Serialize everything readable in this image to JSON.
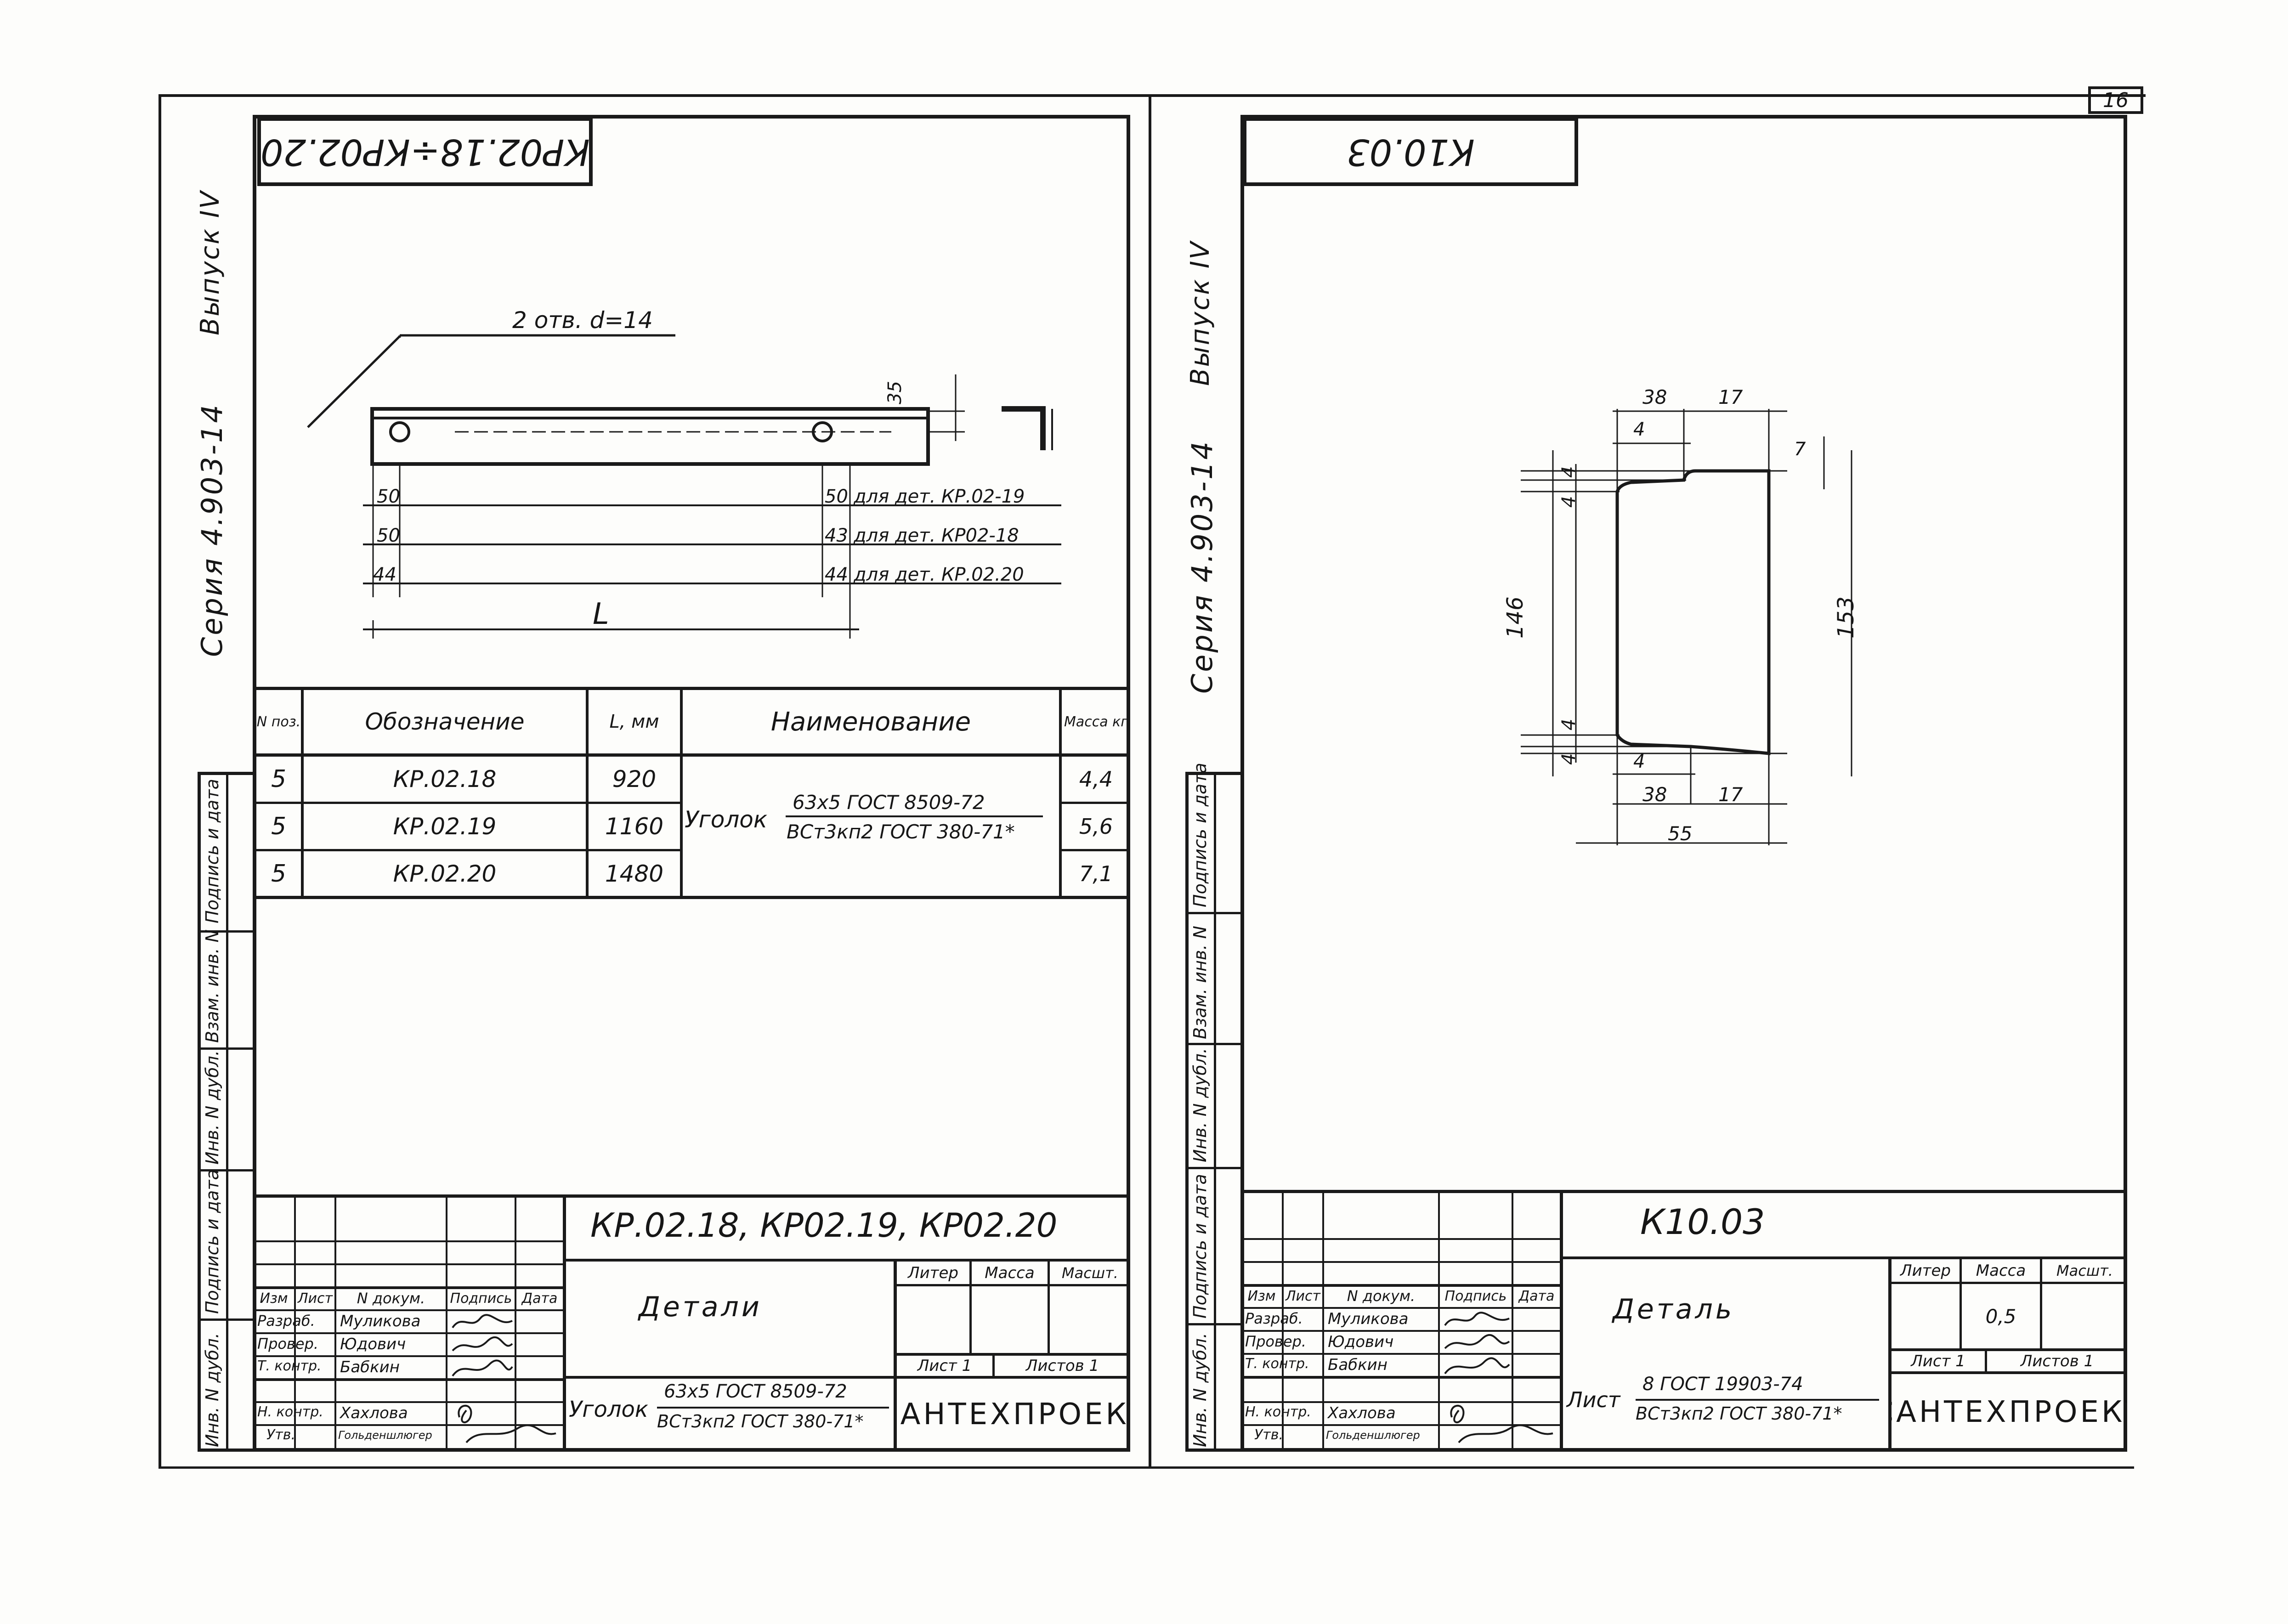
{
  "sheet_number": "16",
  "left": {
    "series": "Серия 4.903-14",
    "issue": "Выпуск IV",
    "top_title": "КР02.18÷КР02.20",
    "hole_note": "2 отв. d=14",
    "dim_35": "35",
    "dim_L": "L",
    "rows_dims": [
      {
        "a": "50",
        "b": "50",
        "note": "для дет. КР.02-19"
      },
      {
        "a": "50",
        "b": "43",
        "note": "для дет. КР02-18"
      },
      {
        "a": "44",
        "b": "44",
        "note": "для дет. КР.02.20"
      }
    ],
    "spec": {
      "headers": {
        "pos": "N поз.",
        "designation": "Обозначение",
        "length": "L, мм",
        "name": "Наименование",
        "mass": "Масса кг"
      },
      "rows": [
        {
          "pos": "5",
          "designation": "КР.02.18",
          "length": "920",
          "mass": "4,4"
        },
        {
          "pos": "5",
          "designation": "КР.02.19",
          "length": "1160",
          "mass": "5,6"
        },
        {
          "pos": "5",
          "designation": "КР.02.20",
          "length": "1480",
          "mass": "7,1"
        }
      ],
      "name_word": "Уголок",
      "name_top": "63x5 ГОСТ 8509-72",
      "name_bottom": "ВСт3кп2 ГОСТ 380-71*"
    },
    "side_stamps": [
      "Инв. N дубл.",
      "Подпись и дата",
      "Взам. инв. N",
      "Инв. N дубл.",
      "Подпись и дата"
    ],
    "title_block": {
      "code": "КР.02.18, КР02.19, КР02.20",
      "name": "Детали",
      "col_labels": [
        "Изм",
        "Лист",
        "N докум.",
        "Подпись",
        "Дата"
      ],
      "people": [
        {
          "role": "Разраб.",
          "name": "Муликова"
        },
        {
          "role": "Провер.",
          "name": "Юдович"
        },
        {
          "role": "Т. контр.",
          "name": "Бабкин"
        },
        {
          "role": "Н. контр.",
          "name": "Хахлова"
        },
        {
          "role": "Утв.",
          "name": "Гольденшлюгер"
        }
      ],
      "liter": "Литер",
      "mass": "Масса",
      "scale": "Масшт.",
      "sheet": "Лист 1",
      "sheets": "Листов 1",
      "material_word": "Уголок",
      "material_top": "63x5 ГОСТ 8509-72",
      "material_bottom": "ВСт3кп2 ГОСТ 380-71*",
      "company": "САНТЕХПРОЕКТ"
    }
  },
  "right": {
    "series": "Серия 4.903-14",
    "issue": "Выпуск IV",
    "top_title": "К10.03",
    "dims": {
      "top38": "38",
      "top17": "17",
      "top4": "4",
      "top7": "7",
      "left4a": "4",
      "left4b": "4",
      "h146": "146",
      "h153": "153",
      "bot4a": "4",
      "bot4b": "4",
      "bot4c": "4",
      "bot38": "38",
      "bot17": "17",
      "bot55": "55"
    },
    "side_stamps": [
      "Инв. N дубл.",
      "Подпись и дата",
      "Взам. инв. N",
      "Инв. N дубл.",
      "Подпись и дата"
    ],
    "title_block": {
      "code": "К10.03",
      "name": "Деталь",
      "col_labels": [
        "Изм",
        "Лист",
        "N докум.",
        "Подпись",
        "Дата"
      ],
      "people": [
        {
          "role": "Разраб.",
          "name": "Муликова"
        },
        {
          "role": "Провер.",
          "name": "Юдович"
        },
        {
          "role": "Т. контр.",
          "name": "Бабкин"
        },
        {
          "role": "Н. контр.",
          "name": "Хахлова"
        },
        {
          "role": "Утв.",
          "name": "Гольденшлюгер"
        }
      ],
      "liter": "Литер",
      "mass": "Масса",
      "scale": "Масшт.",
      "mass_value": "0,5",
      "sheet": "Лист 1",
      "sheets": "Листов 1",
      "material_word": "Лист",
      "material_top": "8 ГОСТ 19903-74",
      "material_bottom": "ВСт3кп2 ГОСТ 380-71*",
      "company": "САНТЕХПРОЕКТ"
    }
  }
}
